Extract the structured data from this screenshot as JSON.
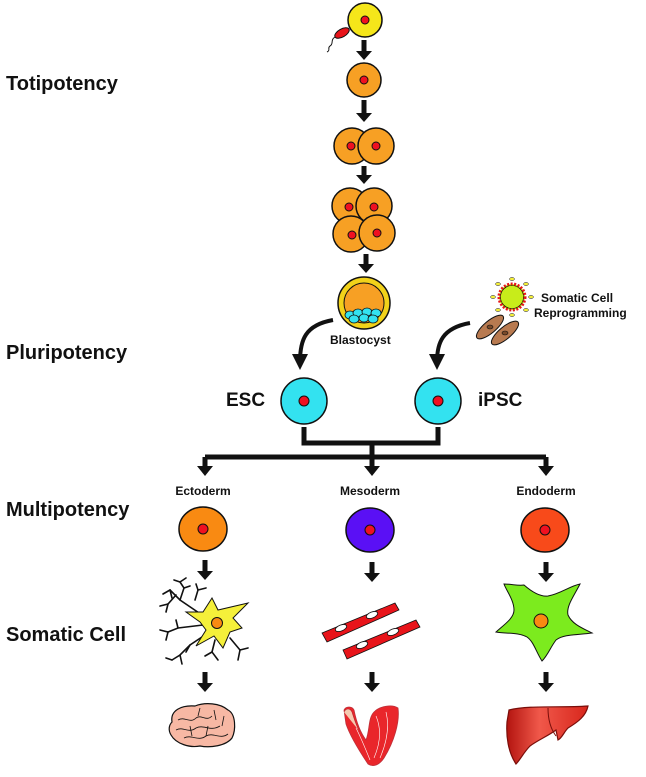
{
  "stages": {
    "totipotency": "Totipotency",
    "pluripotency": "Pluripotency",
    "multipotency": "Multipotency",
    "somatic": "Somatic Cell"
  },
  "labels": {
    "blastocyst": "Blastocyst",
    "reprogramming_line1": "Somatic Cell",
    "reprogramming_line2": "Reprogramming",
    "esc": "ESC",
    "ipsc": "iPSC"
  },
  "germ_layers": [
    {
      "name": "Ectoderm",
      "color": "#F98A12",
      "somatic": "neuron",
      "organ": "brain"
    },
    {
      "name": "Mesoderm",
      "color": "#5A10F5",
      "somatic": "muscle-fibers",
      "organ": "muscle"
    },
    {
      "name": "Endoderm",
      "color": "#F84A1A",
      "somatic": "hepatocyte",
      "organ": "liver"
    }
  ],
  "colors": {
    "zygote": "#F5E61A",
    "embryo_cell": "#F7A024",
    "nucleus": "#F01020",
    "stem_cell": "#33E2F0",
    "arrow": "#111111",
    "blastocyst_ring": "#F2D21A",
    "neuron": "#F5F03A",
    "hepatocyte": "#7CEB1E",
    "muscle": "#E8141A",
    "brain": "#F7B8A4",
    "liver": "#D8261C",
    "virus": "#C8EC1A",
    "fibroblast": "#B87A50"
  }
}
